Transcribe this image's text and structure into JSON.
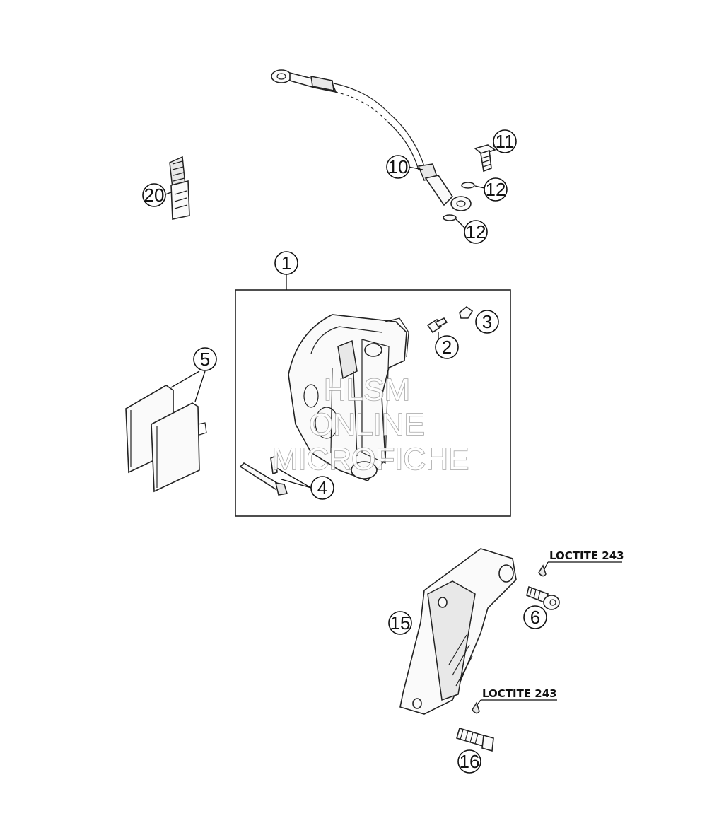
{
  "callouts": {
    "c1": "1",
    "c2": "2",
    "c3": "3",
    "c4": "4",
    "c5": "5",
    "c6": "6",
    "c10": "10",
    "c11": "11",
    "c12a": "12",
    "c12b": "12",
    "c15": "15",
    "c16": "16",
    "c20": "20"
  },
  "notes": {
    "loctite_top": "LOCTITE 243",
    "loctite_bottom": "LOCTITE 243"
  },
  "watermark": {
    "line1": "HLSM",
    "line2": "ONLINE",
    "line3": "MICROFICHE"
  },
  "icons": [
    "brake-caliper",
    "brake-line",
    "banjo-bolt",
    "washer",
    "bleed-screw",
    "cap",
    "brake-pad",
    "pin",
    "caliper-bracket",
    "screw",
    "bolt",
    "loctite-bottle"
  ]
}
